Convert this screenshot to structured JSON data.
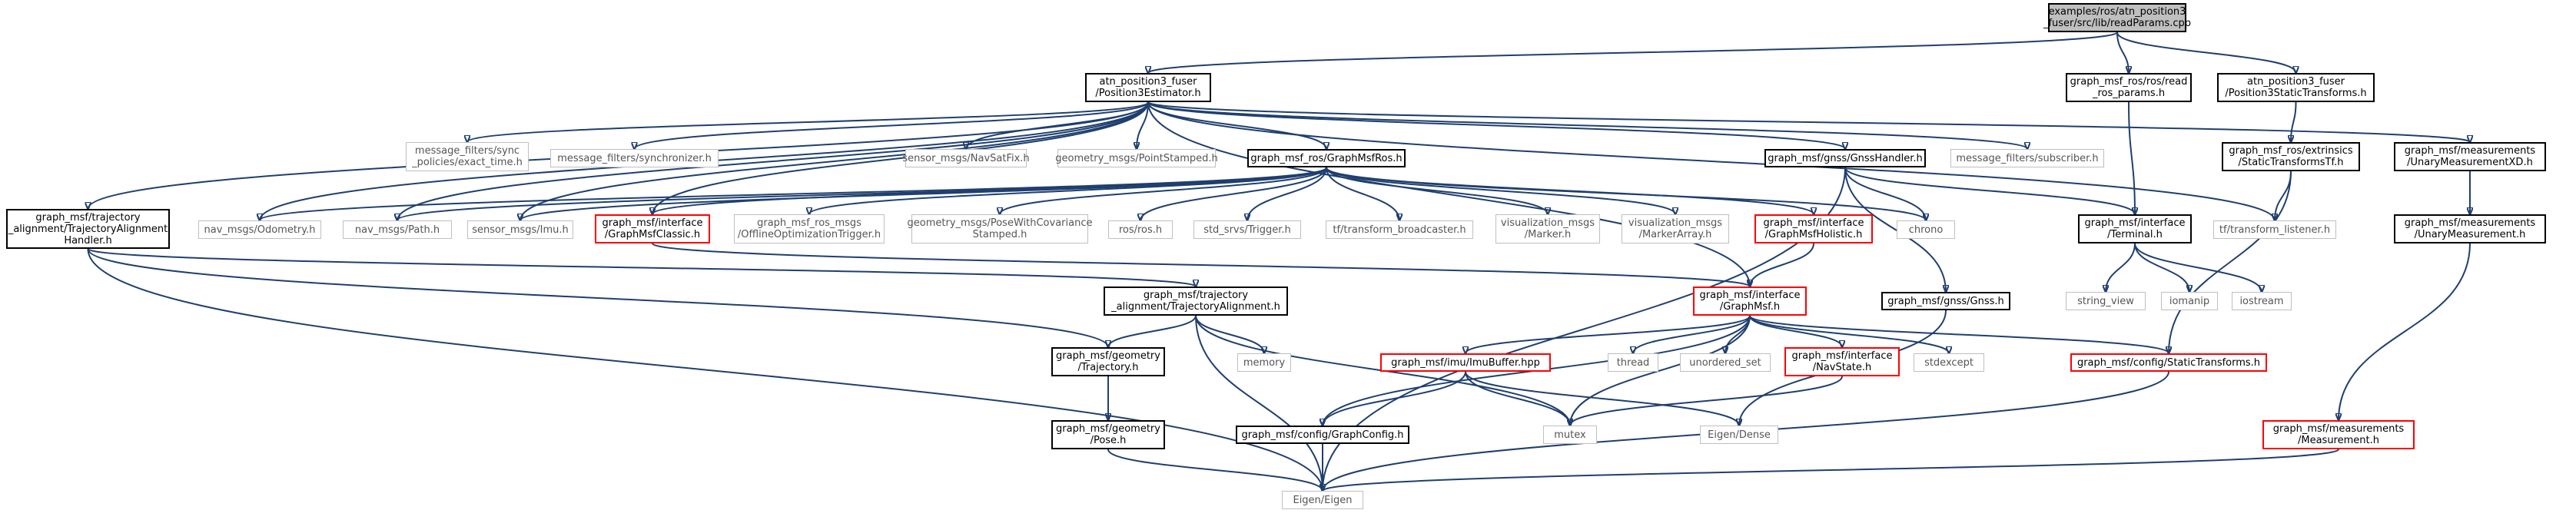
{
  "colors": {
    "edge": "#1f3f6f",
    "red_border": "#ff0000",
    "ext_border": "#bfbfbf",
    "root_fill": "#bfbfbf"
  },
  "nodes": {
    "root": "examples/ros/atn_position3\n_fuser/src/lib/readParams.cpp",
    "pos3_estimator": "atn_position3_fuser\n/Position3Estimator.h",
    "read_ros_params": "graph_msf_ros/ros/read\n_ros_params.h",
    "pos3_static_tf": "atn_position3_fuser\n/Position3StaticTransforms.h",
    "exact_time": "message_filters/sync\n_policies/exact_time.h",
    "synchronizer": "message_filters/synchronizer.h",
    "navsatfix": "sensor_msgs/NavSatFix.h",
    "pointstamped": "geometry_msgs/PointStamped.h",
    "graphmsfros": "graph_msf_ros/GraphMsfRos.h",
    "gnsshandler": "graph_msf/gnss/GnssHandler.h",
    "subscriber": "message_filters/subscriber.h",
    "ros_static_tf": "graph_msf_ros/extrinsics\n/StaticTransformsTf.h",
    "unary_meas_xd": "graph_msf/measurements\n/UnaryMeasurementXD.h",
    "traj_align_handler": "graph_msf/trajectory\n_alignment/TrajectoryAlignment\nHandler.h",
    "odometry": "nav_msgs/Odometry.h",
    "path": "nav_msgs/Path.h",
    "imu_msg": "sensor_msgs/Imu.h",
    "graphmsfclassic": "graph_msf/interface\n/GraphMsfClassic.h",
    "offline_opt": "graph_msf_ros_msgs\n/OfflineOptimizationTrigger.h",
    "pose_cov": "geometry_msgs/PoseWithCovariance\nStamped.h",
    "ros_h": "ros/ros.h",
    "trigger": "std_srvs/Trigger.h",
    "tf_broadcaster": "tf/transform_broadcaster.h",
    "marker": "visualization_msgs\n/Marker.h",
    "markerarray": "visualization_msgs\n/MarkerArray.h",
    "graphmsfholistic": "graph_msf/interface\n/GraphMsfHolistic.h",
    "chrono": "chrono",
    "terminal": "graph_msf/interface\n/Terminal.h",
    "tf_listener": "tf/transform_listener.h",
    "unary_meas": "graph_msf/measurements\n/UnaryMeasurement.h",
    "traj_align": "graph_msf/trajectory\n_alignment/TrajectoryAlignment.h",
    "graphmsf": "graph_msf/interface\n/GraphMsf.h",
    "gnss": "graph_msf/gnss/Gnss.h",
    "string_view": "string_view",
    "iomanip": "iomanip",
    "iostream": "iostream",
    "memory": "memory",
    "trajectory": "graph_msf/geometry\n/Trajectory.h",
    "imubuffer": "graph_msf/imu/ImuBuffer.hpp",
    "thread": "thread",
    "unordered_set": "unordered_set",
    "navstate": "graph_msf/interface\n/NavState.h",
    "stdexcept": "stdexcept",
    "config_static_tf": "graph_msf/config/StaticTransforms.h",
    "pose": "graph_msf/geometry\n/Pose.h",
    "graphconfig": "graph_msf/config/GraphConfig.h",
    "mutex": "mutex",
    "eigen_dense": "Eigen/Dense",
    "measurement": "graph_msf/measurements\n/Measurement.h",
    "eigen": "Eigen/Eigen"
  }
}
